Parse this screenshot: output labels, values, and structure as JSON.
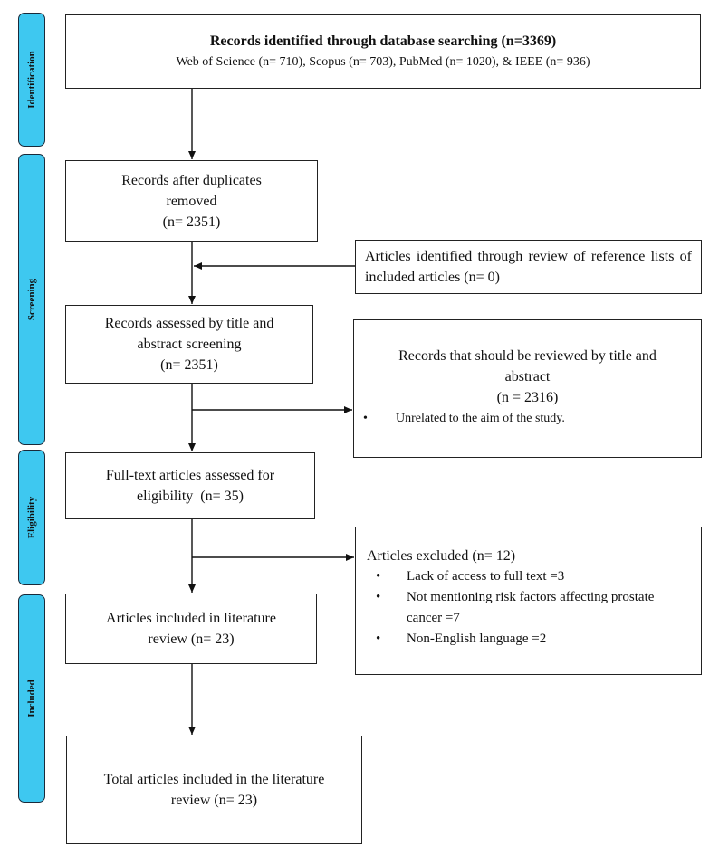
{
  "stages": [
    {
      "label": "Identification"
    },
    {
      "label": "Screening"
    },
    {
      "label": "Eligibility"
    },
    {
      "label": "Included"
    }
  ],
  "boxes": {
    "identified": {
      "title": "Records identified through database searching (n=3369)",
      "sources": "Web of Science (n= 710), Scopus (n= 703), PubMed (n= 1020), & IEEE (n= 936)"
    },
    "duplicates_removed": {
      "line1": "Records after duplicates",
      "line2": "removed",
      "count": "(n= 2351)"
    },
    "reference_lists": {
      "text": "Articles identified through review of reference lists of included articles (n= 0)"
    },
    "title_abstract": {
      "line1": "Records assessed by title and",
      "line2": "abstract screening",
      "count": "(n= 2351)"
    },
    "title_abstract_excluded": {
      "line1": "Records that should be reviewed by title and",
      "line2": "abstract",
      "count": "(n = 2316)",
      "bullets": [
        "Unrelated to the aim of the study."
      ]
    },
    "full_text": {
      "line1": "Full-text articles assessed for",
      "line2": "eligibility  (n= 35)"
    },
    "excluded": {
      "title": "Articles excluded (n= 12)",
      "bullets": [
        "Lack of access to full text =3",
        "Not mentioning risk factors affecting prostate cancer =7",
        "Non-English language =2"
      ]
    },
    "included": {
      "line1": "Articles included in literature",
      "line2": "review (n= 23)"
    },
    "total": {
      "line1": "Total articles included in the literature",
      "line2": "review (n= 23)"
    }
  }
}
